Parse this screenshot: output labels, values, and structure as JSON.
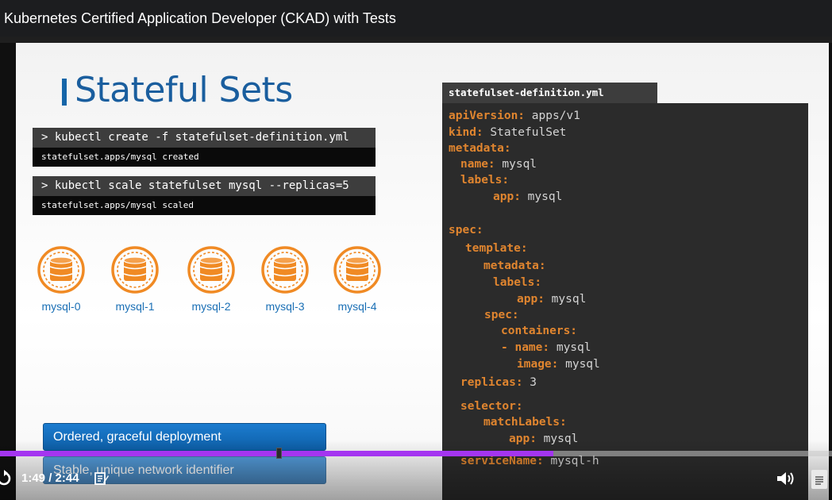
{
  "window": {
    "title": "Kubernetes Certified Application Developer (CKAD) with Tests"
  },
  "slide": {
    "title": "Stateful Sets",
    "commands": [
      {
        "command": "> kubectl create -f statefulset-definition.yml",
        "output": "statefulset.apps/mysql created"
      },
      {
        "command": "> kubectl scale statefulset mysql --replicas=5",
        "output": "statefulset.apps/mysql scaled"
      }
    ],
    "pods": [
      {
        "label": "mysql-0"
      },
      {
        "label": "mysql-1"
      },
      {
        "label": "mysql-2"
      },
      {
        "label": "mysql-3"
      },
      {
        "label": "mysql-4"
      }
    ],
    "features": [
      "Ordered, graceful deployment",
      "Stable, unique network identifier"
    ],
    "yaml_filename": "statefulset-definition.yml",
    "yaml_lines": [
      {
        "key": "apiVersion:",
        "value": " apps/v1"
      },
      {
        "key": "kind:",
        "value": " StatefulSet"
      },
      {
        "key": "metadata:",
        "value": ""
      },
      {
        "key": "name:",
        "value": " mysql"
      },
      {
        "key": "labels:",
        "value": ""
      },
      {
        "key": "app:",
        "value": " mysql"
      },
      {
        "key": "spec:",
        "value": ""
      },
      {
        "key": "template:",
        "value": ""
      },
      {
        "key": "metadata:",
        "value": ""
      },
      {
        "key": "labels:",
        "value": ""
      },
      {
        "key": "app:",
        "value": " mysql"
      },
      {
        "key": "spec:",
        "value": ""
      },
      {
        "key": "containers:",
        "value": ""
      },
      {
        "key": "- name:",
        "value": " mysql"
      },
      {
        "key": "image:",
        "value": " mysql"
      },
      {
        "key": "replicas:",
        "value": " 3"
      },
      {
        "key": "selector:",
        "value": ""
      },
      {
        "key": "matchLabels:",
        "value": ""
      },
      {
        "key": "app:",
        "value": " mysql"
      },
      {
        "key": "serviceName:",
        "value": " mysql-h"
      }
    ],
    "colors": {
      "title_blue": "#1a5e9e",
      "yaml_key": "#e0852f",
      "pod_orange": "#f08a24",
      "button_blue": "#1c7ccf"
    }
  },
  "player": {
    "current_time": "1:49",
    "duration": "2:44",
    "time_display": "1:49 / 2:44",
    "progress_fraction": 0.6646,
    "accent_color": "#a435f0",
    "icons": [
      "replay-icon",
      "notes-icon",
      "volume-icon",
      "transcript-icon"
    ]
  }
}
